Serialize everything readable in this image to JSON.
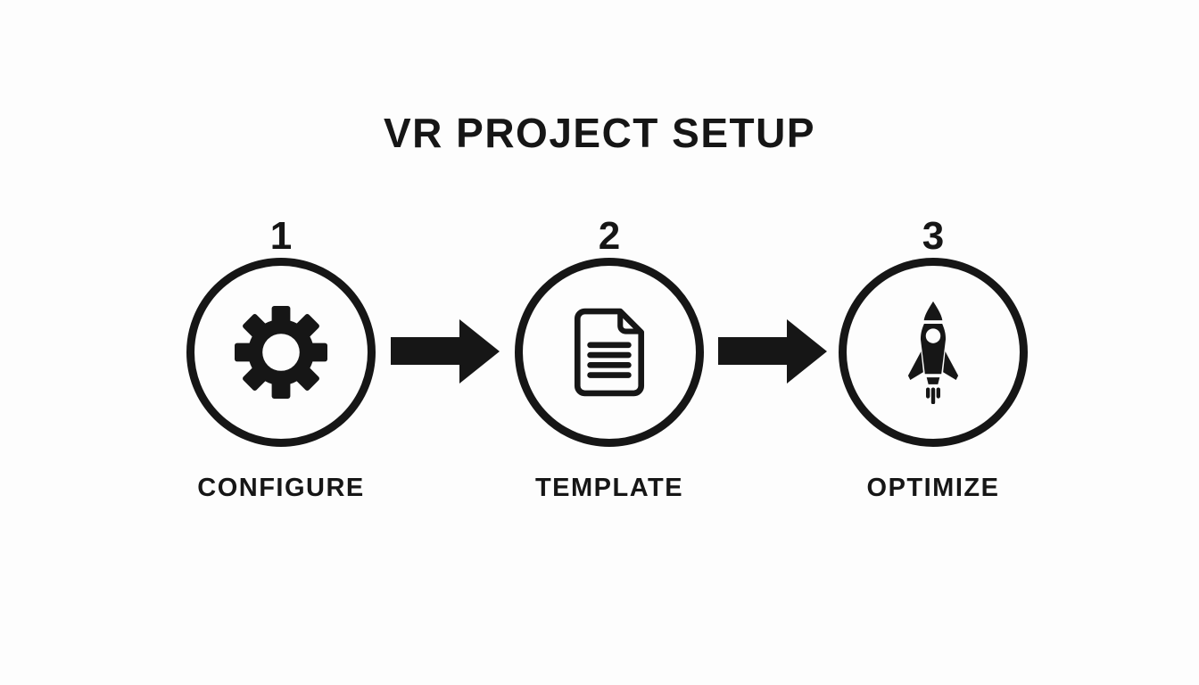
{
  "title": "VR PROJECT SETUP",
  "colors": {
    "ink": "#161616",
    "background": "#fdfdfd"
  },
  "steps": [
    {
      "number": "1",
      "label": "CONFIGURE",
      "icon": "gear-icon"
    },
    {
      "number": "2",
      "label": "TEMPLATE",
      "icon": "document-icon"
    },
    {
      "number": "3",
      "label": "OPTIMIZE",
      "icon": "rocket-icon"
    }
  ],
  "connectors": [
    {
      "icon": "arrow-right-icon",
      "direction": "right"
    },
    {
      "icon": "arrow-right-icon",
      "direction": "right"
    }
  ]
}
